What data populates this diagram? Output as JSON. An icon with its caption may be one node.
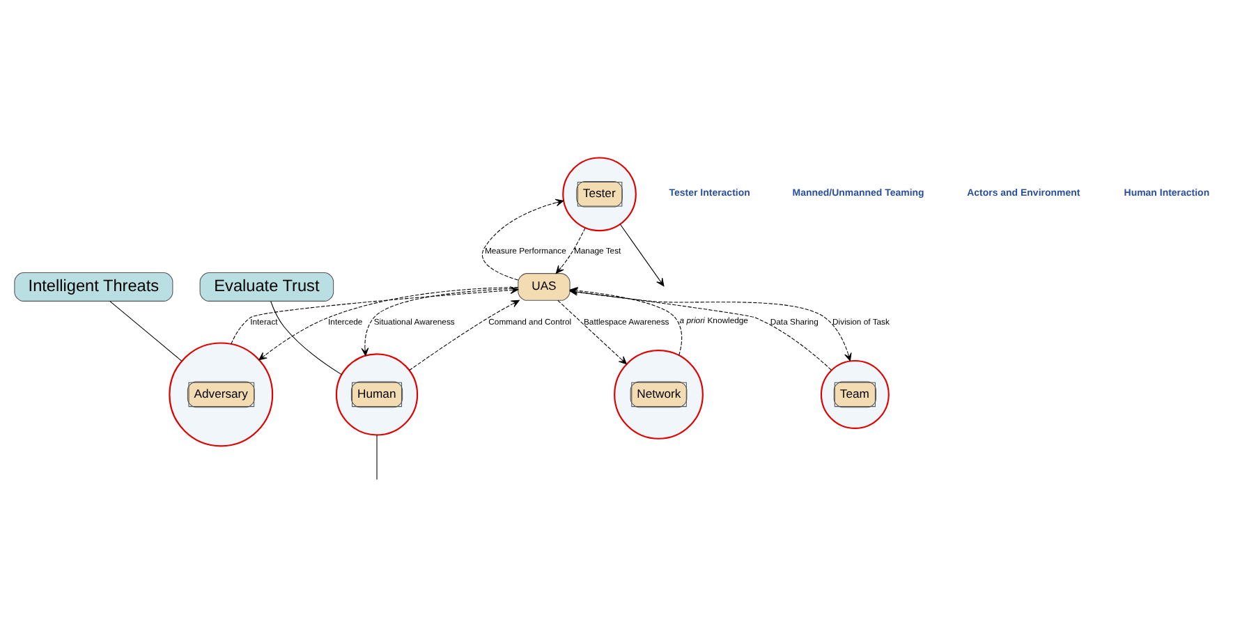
{
  "diagram": {
    "nodes": [
      {
        "text": [
          "Tester"
        ]
      },
      {
        "text": [
          "Team"
        ]
      },
      {
        "text": [
          "UAS"
        ]
      },
      {
        "text": [
          "Adversary"
        ]
      },
      {
        "text": [
          "Human"
        ]
      },
      {
        "text": [
          "Network"
        ]
      },
      {
        "text": [
          "Intelligent Threats"
        ]
      },
      {
        "text": [
          "Evaluate Trust"
        ]
      }
    ],
    "edges": [
      {
        "from": 2,
        "to": 0,
        "arrow": "to",
        "label": "Measure Performance",
        "style": "dashed"
      },
      {
        "from": 0,
        "to": 2,
        "arrow": "to",
        "label": "Manage Test",
        "style": "dashed"
      },
      {
        "from": 1,
        "to": 2,
        "arrow": "to",
        "label": "Data Sharing",
        "style": "dashed"
      },
      {
        "from": 2,
        "to": 1,
        "arrow": "to",
        "label": "Division of Task",
        "style": "dashed"
      },
      {
        "from": 3,
        "to": 2,
        "arrow": "to",
        "label": "Interact",
        "style": "dashed"
      },
      {
        "from": 2,
        "to": 3,
        "arrow": "to",
        "label": "Intercede",
        "style": "dashed"
      },
      {
        "from": 2,
        "to": 4,
        "arrow": "to",
        "label": "Situational Awareness",
        "style": "dashed"
      },
      {
        "from": 4,
        "to": 2,
        "arrow": "to",
        "label": "Command and Control",
        "style": "dashed"
      },
      {
        "from": 2,
        "to": 5,
        "arrow": "to",
        "label": "Battlespace Awareness",
        "style": "dashed"
      },
      {
        "from": 5,
        "to": 2,
        "arrow": "to",
        "label": "*a priori* Knowledge",
        "style": "dashed"
      },
      {
        "from": 6,
        "to": 3,
        "arrow": "none"
      },
      {
        "from": 7,
        "to": 4,
        "arrow": "none"
      },
      {
        "from": 0,
        "to": null,
        "arrow": "to"
      },
      {
        "from": 4,
        "to": null,
        "arrow": "none"
      }
    ],
    "labels": [
      "Tester Interaction",
      "Manned/Unmanned Teaming",
      "Actors and Environment",
      "Human Interaction"
    ]
  }
}
